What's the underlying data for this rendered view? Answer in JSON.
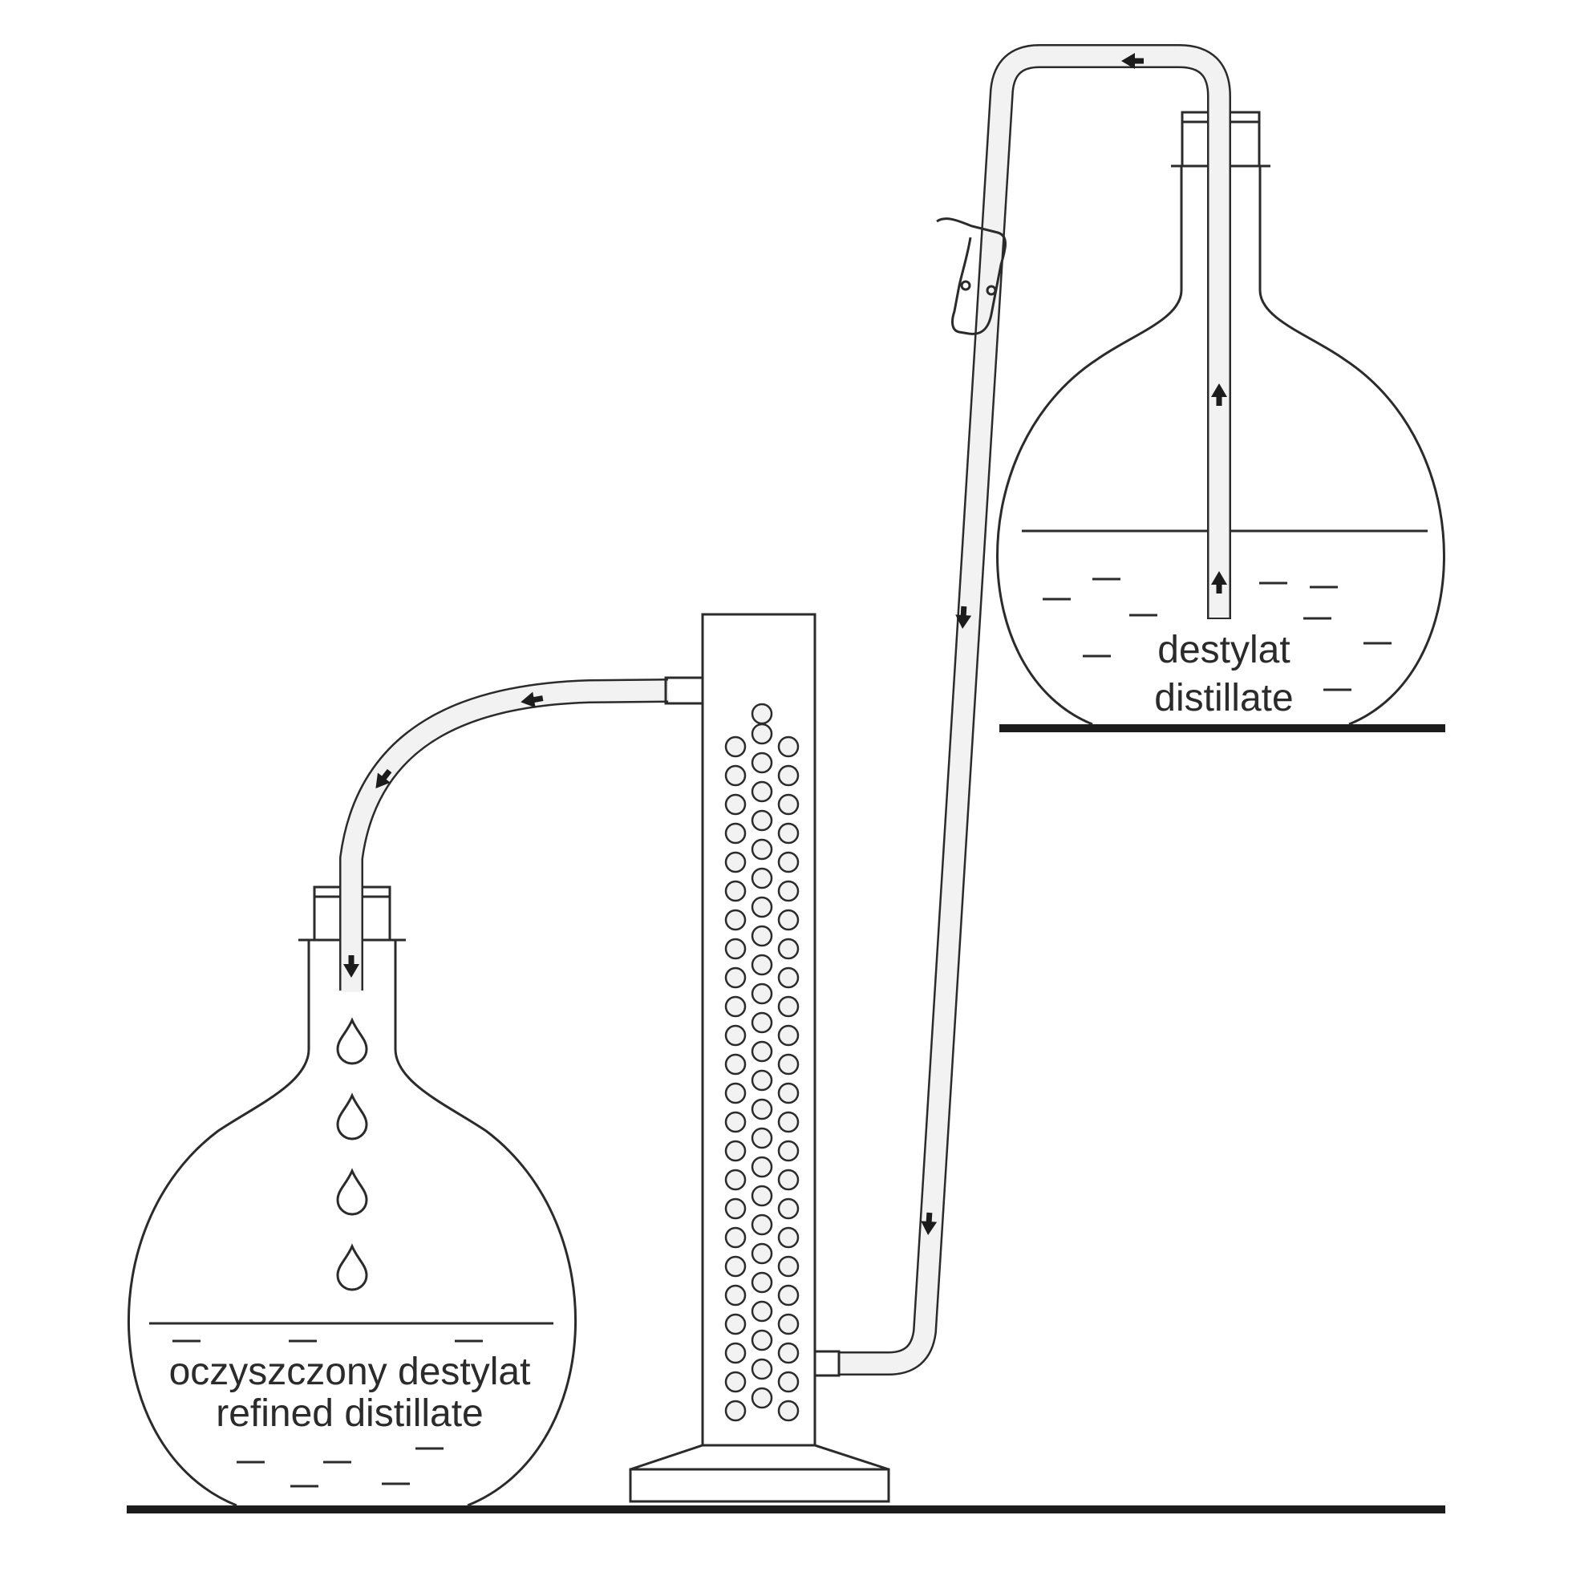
{
  "labels": {
    "source_pl": "destylat",
    "source_en": "distillate",
    "receiver_pl": "oczyszczony destylat",
    "receiver_en": "refined distillate"
  },
  "colors": {
    "line": "#2b2b2b",
    "tube_fill": "#f2f2f2",
    "background": "#ffffff"
  },
  "icons": [
    "arrow-icon",
    "drop-icon",
    "clamp-icon",
    "bead-icon"
  ]
}
